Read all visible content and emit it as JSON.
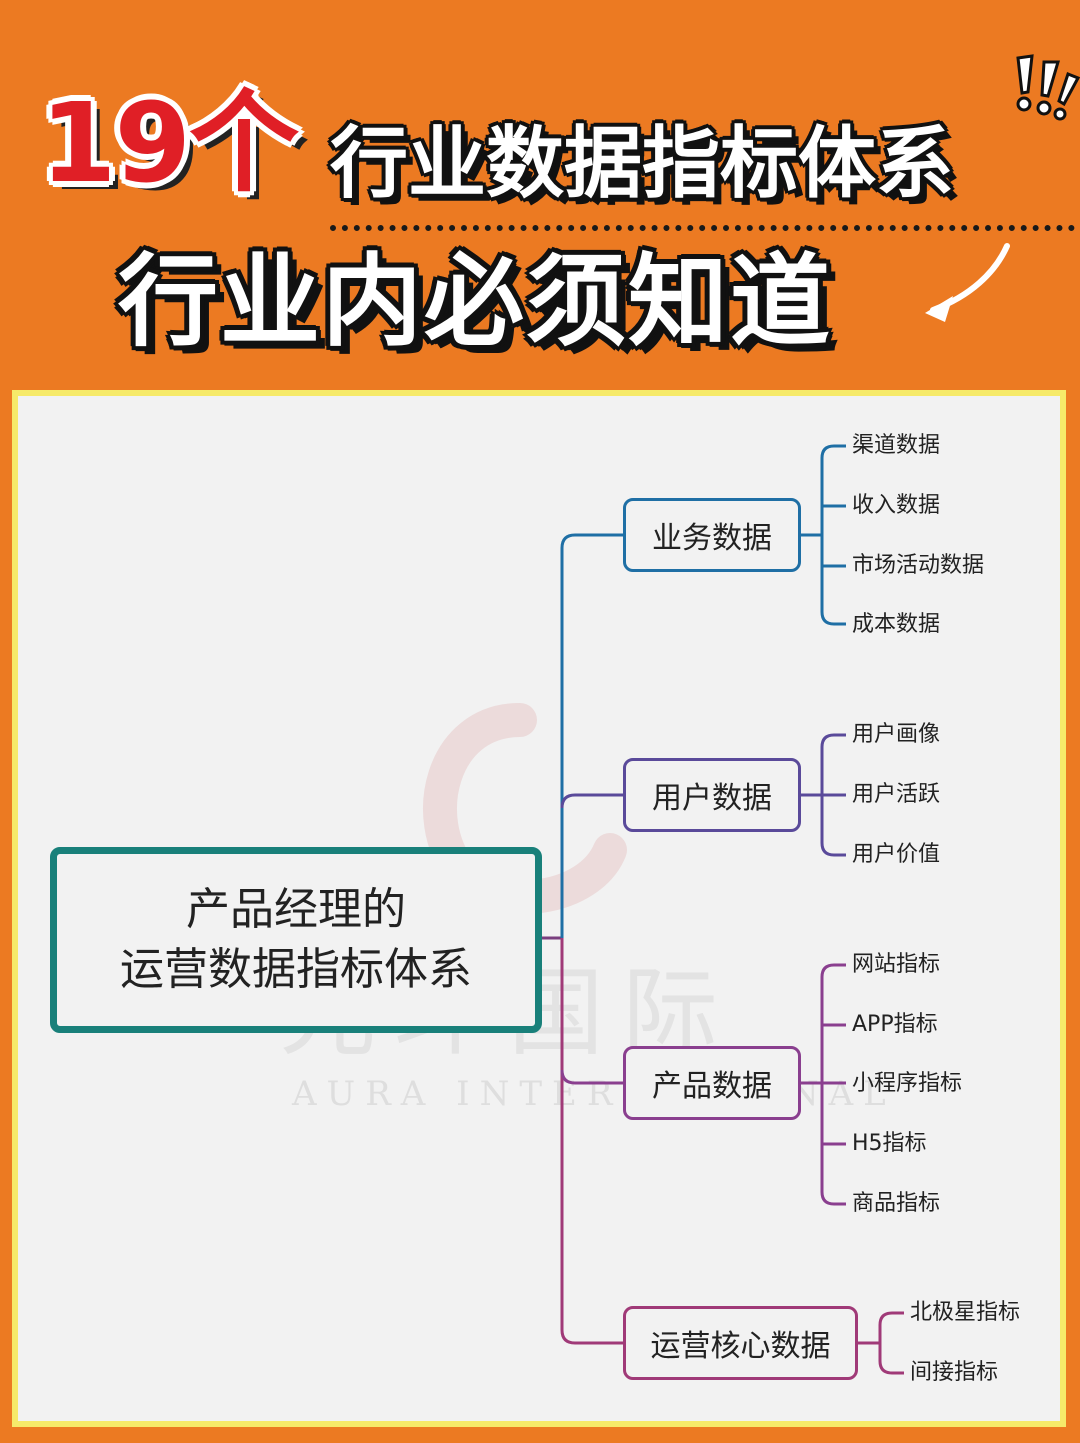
{
  "header": {
    "number_prefix": "19个",
    "title_line1": "行业数据指标体系",
    "title_line2": "行业内必须知道"
  },
  "watermark": {
    "name": "光环国际",
    "sub": "AURA INTERNATIONAL"
  },
  "mindmap": {
    "root_line1": "产品经理的",
    "root_line2": "运营数据指标体系",
    "branches": [
      {
        "label": "业务数据",
        "color": "#1f6fa5",
        "leaves": [
          "渠道数据",
          "收入数据",
          "市场活动数据",
          "成本数据"
        ]
      },
      {
        "label": "用户数据",
        "color": "#5a4a9a",
        "leaves": [
          "用户画像",
          "用户活跃",
          "用户价值"
        ]
      },
      {
        "label": "产品数据",
        "color": "#8a3f8f",
        "leaves": [
          "网站指标",
          "APP指标",
          "小程序指标",
          "H5指标",
          "商品指标"
        ]
      },
      {
        "label": "运营核心数据",
        "color": "#a03a78",
        "leaves": [
          "北极星指标",
          "间接指标"
        ]
      }
    ]
  }
}
